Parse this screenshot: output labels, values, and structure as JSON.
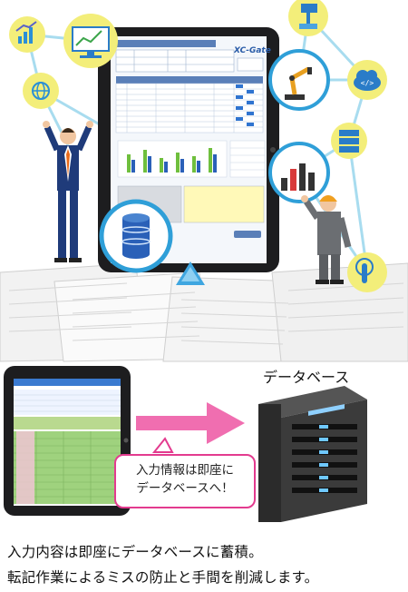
{
  "tablet_screen": {
    "brand": "XC-Gate"
  },
  "database_label": "データベース",
  "bubble_lines": [
    "入力情報は即座に",
    "データベースへ！"
  ],
  "caption_lines": [
    "入力内容は即座にデータベースに蓄積。",
    "転記作業によるミスの防止と手間を削減します。"
  ],
  "icons": [
    "bar-chart-icon",
    "monitor-line-chart-icon",
    "globe-network-icon",
    "factory-robot-arm-icon",
    "cloud-code-icon",
    "server-icon",
    "touch-hand-icon",
    "database-icon",
    "presentation-chart-icon",
    "signpost-icon"
  ],
  "colors": {
    "network_line": "#a8dcef",
    "icon_bg": "#f3ee7a",
    "ring": "#2f9fd8",
    "arrow": "#f06eb0",
    "bubble_border": "#e33b8f",
    "server": "#3b3b3b",
    "server_light": "#8fd0ff"
  }
}
